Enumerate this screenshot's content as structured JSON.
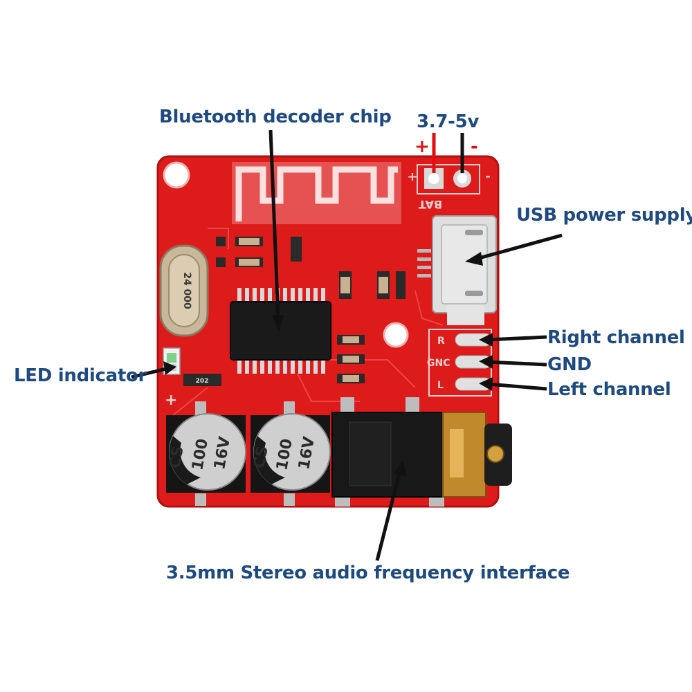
{
  "labels": {
    "bluetooth_chip": "Bluetooth decoder chip",
    "voltage": "3.7-5v",
    "plus": "+",
    "minus": "-",
    "usb": "USB power supply",
    "right_channel": "Right channel",
    "gnd": "GND",
    "left_channel": "Left channel",
    "led": "LED indicator",
    "jack": "3.5mm Stereo audio frequency interface"
  },
  "board_print": {
    "bat": "BAT",
    "bat_plus": "+",
    "bat_minus": "-",
    "crystal": "24 000",
    "pad_r": "R",
    "pad_gnd": "GNC",
    "pad_l": "L",
    "cap1_line1": "CS",
    "cap1_line2": "100",
    "cap1_line3": "16V",
    "cap2_line1": "CS",
    "cap2_line2": "100",
    "cap2_line3": "16V",
    "led_plus": "+",
    "resistor_code": "202"
  },
  "colors": {
    "label_text": "#1e4a80",
    "pcb_red": "#e11d1d",
    "plus_red": "#e01010",
    "minus_black": "#111111"
  }
}
